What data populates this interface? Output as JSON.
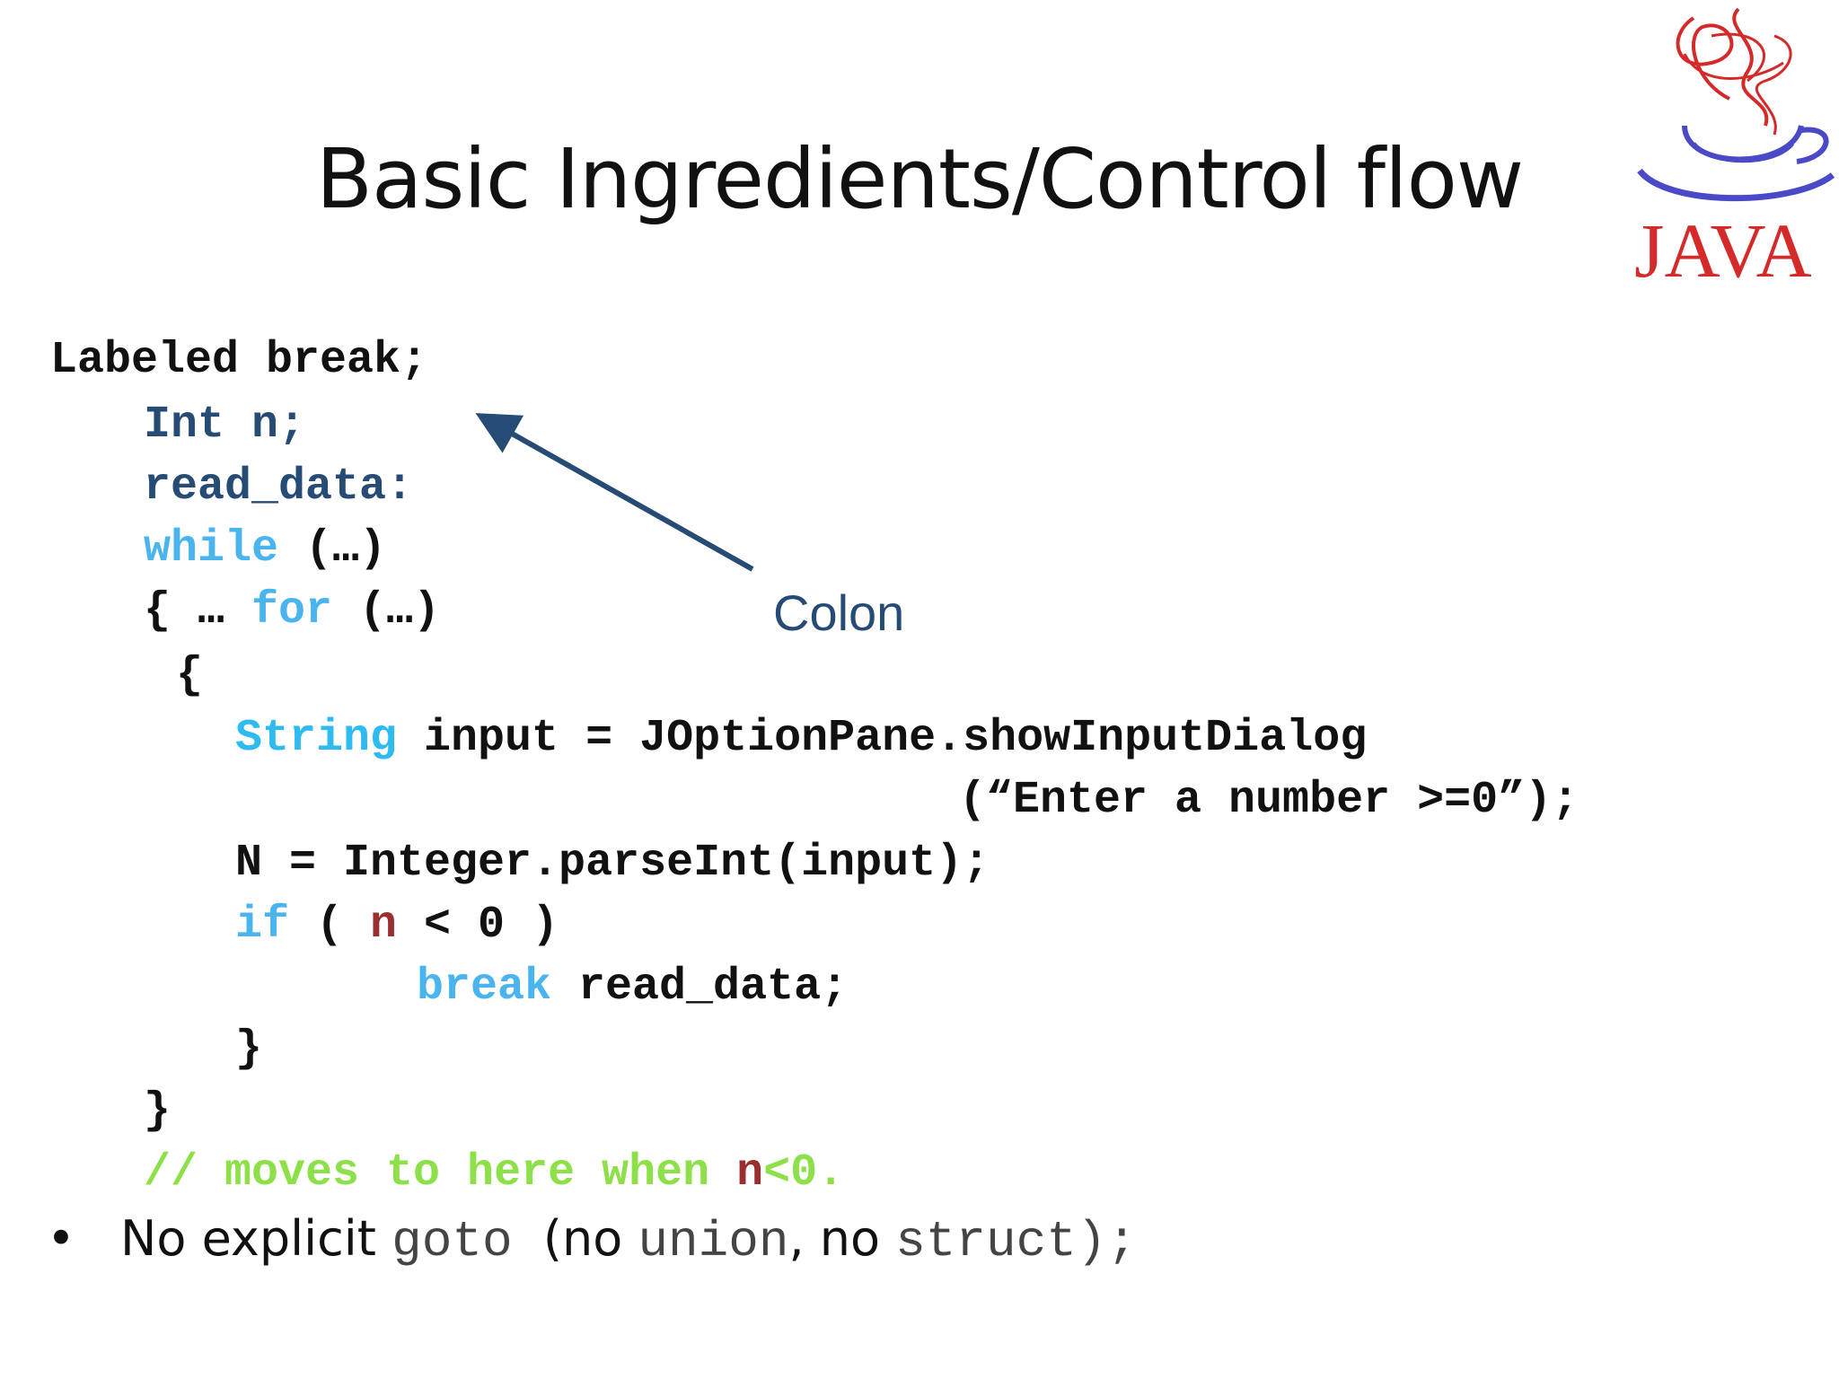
{
  "slide": {
    "title": "Basic Ingredients/Control flow",
    "logo_text": "JAVA",
    "code": {
      "line1": "Labeled break;",
      "line2": "Int n;",
      "line3": "read_data:",
      "line4_kw": "while",
      "line4_rest": " (…)",
      "line5_a": "{ … ",
      "line5_kw": "for",
      "line5_rest": " (…)",
      "line6": "{",
      "line7_kw": "String",
      "line7_rest": " input = JOptionPane.showInputDialog",
      "line8": "(“Enter a number >=0”);",
      "line9": "N = Integer.parseInt(input);",
      "line10_kw": "if",
      "line10_a": " ( ",
      "line10_var": "n",
      "line10_b": " < 0 )",
      "line11_kw": "break",
      "line11_rest": " read_data;",
      "line12": "}",
      "line13": "}",
      "line14_a": "// moves to here when ",
      "line14_var": "n",
      "line14_b": "<0."
    },
    "annotation": "Colon",
    "bullet": {
      "symbol": "•",
      "text1": "No explicit ",
      "goto": "goto",
      "text2": "  (no ",
      "union": "union",
      "text3": ", no ",
      "struct": "struct",
      "text4": ");"
    },
    "colors": {
      "keyword_dark": "#264b74",
      "keyword_light": "#4ab4ee",
      "variable": "#9b2f2f",
      "comment": "#8ee04a",
      "arrow": "#264b74",
      "logo_red": "#d42a2a",
      "logo_blue": "#4a4ac8"
    }
  }
}
